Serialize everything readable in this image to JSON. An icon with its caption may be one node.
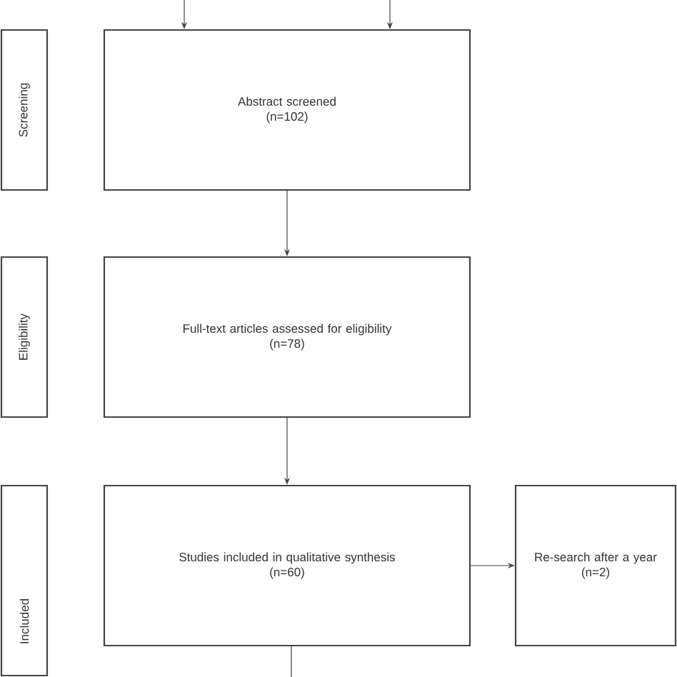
{
  "diagram": {
    "nodes": [
      {
        "text": [
          "Screening"
        ]
      },
      {
        "text": [
          "Abstract screened",
          "(n=102)"
        ]
      },
      {
        "text": [
          "Eligibility"
        ]
      },
      {
        "text": [
          "Full-text articles assessed for eligibility",
          "(n=78)"
        ]
      },
      {
        "text": [
          "Included"
        ]
      },
      {
        "text": [
          "Studies included in qualitative synthesis",
          "(n=60)"
        ]
      },
      {
        "text": [
          "Re-search after a year",
          "(n=2)"
        ]
      }
    ],
    "edges": [
      {
        "from": null,
        "to": 1,
        "arrow": "to"
      },
      {
        "from": null,
        "to": 1,
        "arrow": "to"
      },
      {
        "from": 1,
        "to": 3,
        "arrow": "to"
      },
      {
        "from": 3,
        "to": 5,
        "arrow": "to"
      },
      {
        "from": 5,
        "to": 6,
        "arrow": "to"
      },
      {
        "from": 5,
        "to": null,
        "arrow": "none"
      }
    ]
  }
}
